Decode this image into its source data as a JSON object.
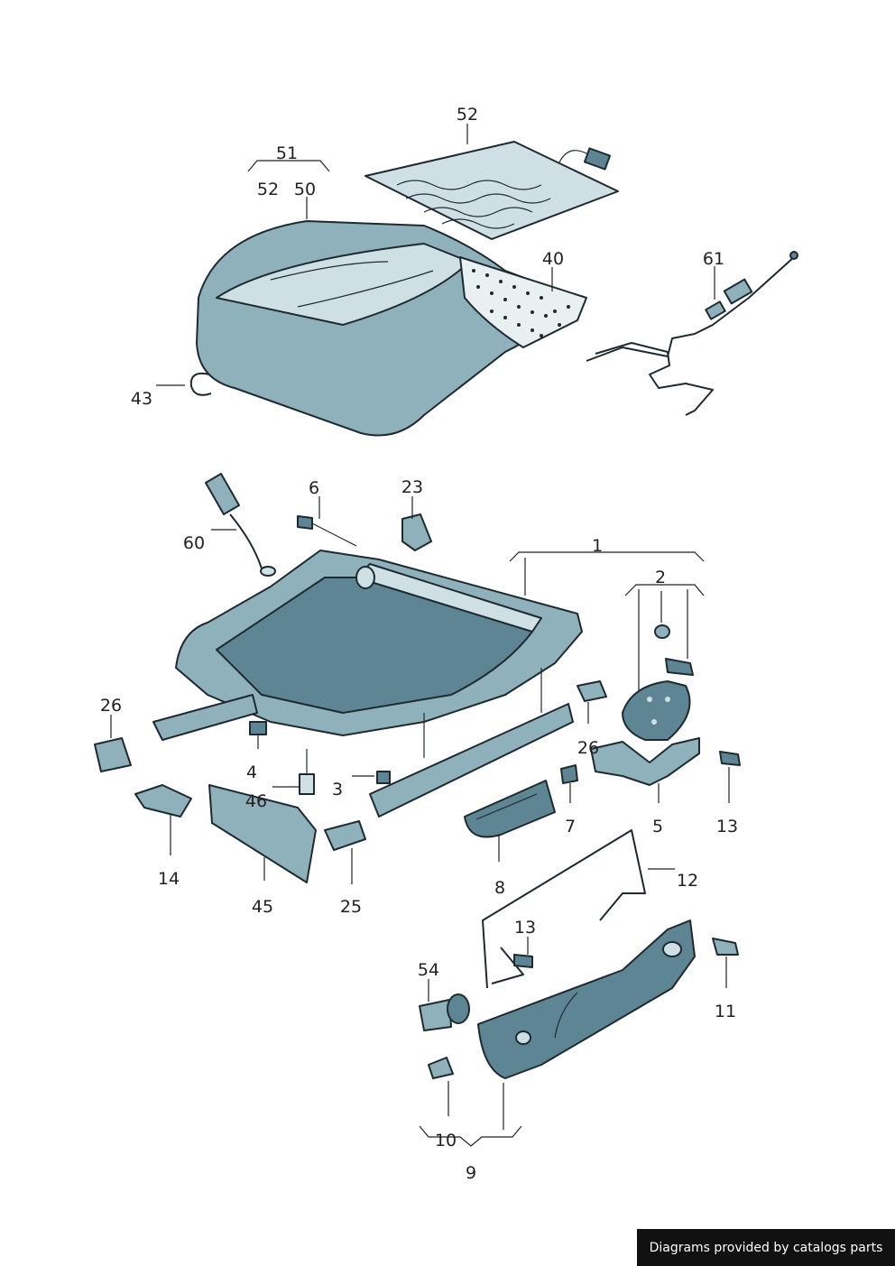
{
  "credit": "Diagrams provided by catalogs parts",
  "callouts": [
    "52",
    "51",
    "52",
    "50",
    "40",
    "61",
    "43",
    "6",
    "23",
    "60",
    "1",
    "2",
    "26",
    "4",
    "46",
    "3",
    "26",
    "7",
    "5",
    "13",
    "14",
    "45",
    "25",
    "8",
    "12",
    "13",
    "11",
    "54",
    "10",
    "9"
  ],
  "colors": {
    "part_fill": "#8fb1bc",
    "part_dark": "#5d8593",
    "part_light": "#cfe0e5",
    "outline": "#1e2a30",
    "credit_bg": "#111111"
  }
}
